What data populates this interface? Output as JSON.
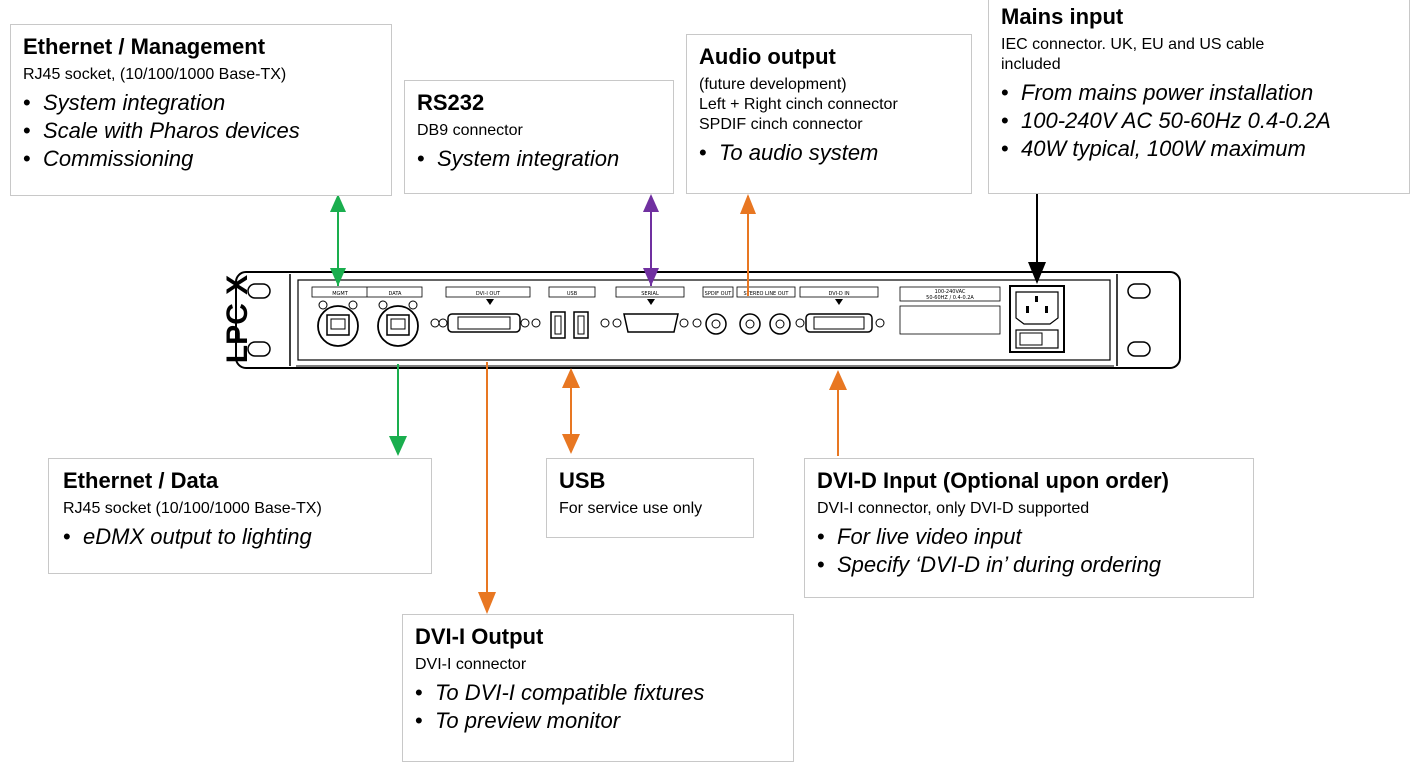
{
  "device": {
    "label": "LPC X",
    "port_labels": {
      "mgmt": "MGMT",
      "data": "DATA",
      "dvi_out": "DVI-I OUT",
      "usb": "USB",
      "serial": "SERIAL",
      "spdif": "SPDIF OUT",
      "stereo": "STEREO LINE OUT",
      "dvi_in": "DVI-D IN",
      "power_spec_1": "100-240VAC",
      "power_spec_2": "50-60HZ / 0.4-0.2A"
    }
  },
  "callouts": {
    "ethernet_management": {
      "title": "Ethernet / Management",
      "lines": [
        "RJ45 socket, (10/100/1000 Base-TX)"
      ],
      "bullets": [
        "System integration",
        "Scale with Pharos devices",
        "Commissioning"
      ]
    },
    "rs232": {
      "title": "RS232",
      "lines": [
        "DB9 connector"
      ],
      "bullets": [
        "System integration"
      ]
    },
    "audio_output": {
      "title": "Audio output",
      "lines": [
        "(future development)",
        "Left + Right cinch connector",
        "SPDIF cinch connector"
      ],
      "bullets": [
        "To audio system"
      ]
    },
    "mains_input": {
      "title": "Mains input",
      "lines": [
        "IEC connector. UK, EU and US cable",
        "included"
      ],
      "bullets": [
        "From mains power installation",
        "100-240V AC 50-60Hz 0.4-0.2A",
        "40W typical, 100W maximum"
      ]
    },
    "ethernet_data": {
      "title": "Ethernet / Data",
      "lines": [
        "RJ45 socket (10/100/1000 Base-TX)"
      ],
      "bullets": [
        "eDMX output to lighting"
      ]
    },
    "usb": {
      "title": "USB",
      "lines": [
        "For service use only"
      ],
      "bullets": []
    },
    "dvi_d_input": {
      "title": "DVI-D Input (Optional upon order)",
      "lines": [
        "DVI-I connector, only DVI-D supported"
      ],
      "bullets": [
        "For live video input",
        "Specify ‘DVI-D in’ during ordering"
      ]
    },
    "dvi_i_output": {
      "title": "DVI-I Output",
      "lines": [
        "DVI-I connector"
      ],
      "bullets": [
        "To DVI-I compatible fixtures",
        "To preview monitor"
      ]
    }
  },
  "colors": {
    "green": "#1aae4e",
    "purple": "#7030a0",
    "orange": "#e87722",
    "black": "#000000",
    "box_border": "#c8c8c8"
  }
}
